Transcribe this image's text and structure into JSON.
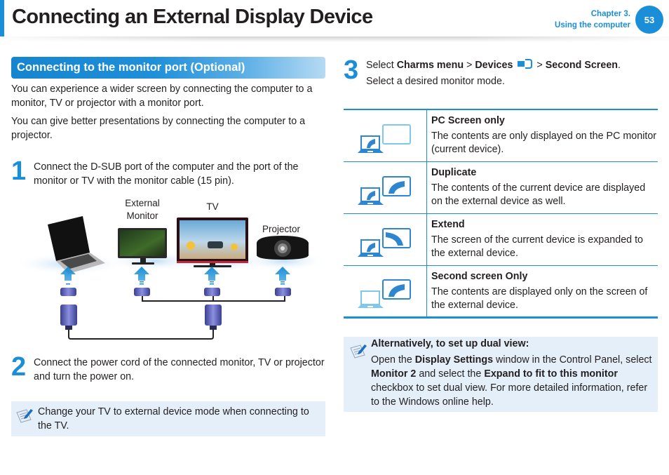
{
  "header": {
    "title": "Connecting an External Display Device",
    "chapter_line1": "Chapter 3.",
    "chapter_line2": "Using the computer",
    "page_number": "53",
    "accent_color": "#1a8fd8"
  },
  "left": {
    "section_heading": "Connecting to the monitor port (Optional)",
    "intro_paragraphs": [
      "You can experience a wider screen by connecting the computer to a monitor, TV or projector with a monitor port.",
      "You can give better presentations by connecting the computer to a projector."
    ],
    "steps": [
      {
        "number": "1",
        "text": "Connect the D-SUB port of the computer and the port of the monitor or TV with the monitor cable (15 pin)."
      },
      {
        "number": "2",
        "text": "Connect the power cord of the connected monitor, TV or projector and turn the power on."
      }
    ],
    "diagram": {
      "labels": {
        "external_monitor_line1": "External",
        "external_monitor_line2": "Monitor",
        "tv": "TV",
        "projector": "Projector"
      }
    },
    "note": {
      "icon": "note-pencil-icon",
      "text": "Change your TV to external device mode when connecting to the TV."
    }
  },
  "right": {
    "step3": {
      "number": "3",
      "line1_prefix": "Select ",
      "charms_menu": "Charms menu",
      "sep1": " > ",
      "devices": "Devices",
      "devices_icon": "devices-charm-icon",
      "sep2": " > ",
      "second_screen": "Second Screen",
      "period": ".",
      "line2": "Select a desired monitor mode."
    },
    "modes": [
      {
        "icon": "pc-screen-only-icon",
        "title": "PC Screen only",
        "description": "The contents are only displayed on the PC monitor (current device)."
      },
      {
        "icon": "duplicate-icon",
        "title": "Duplicate",
        "description": "The contents of the current device are displayed on the external device as well."
      },
      {
        "icon": "extend-icon",
        "title": "Extend",
        "description": "The screen of the current device is expanded to the external device."
      },
      {
        "icon": "second-screen-only-icon",
        "title": "Second screen Only",
        "description": "The contents are displayed only on the screen of the external device."
      }
    ],
    "note": {
      "icon": "note-pencil-icon",
      "title": "Alternatively, to set up dual view:",
      "t1": "Open the ",
      "b1": "Display Settings",
      "t2": " window in the Control Panel, select ",
      "b2": "Monitor 2",
      "t3": " and select the ",
      "b3": "Expand to fit to this monitor",
      "t4": " checkbox to set dual view. For more detailed information, refer to the Windows online help."
    }
  }
}
